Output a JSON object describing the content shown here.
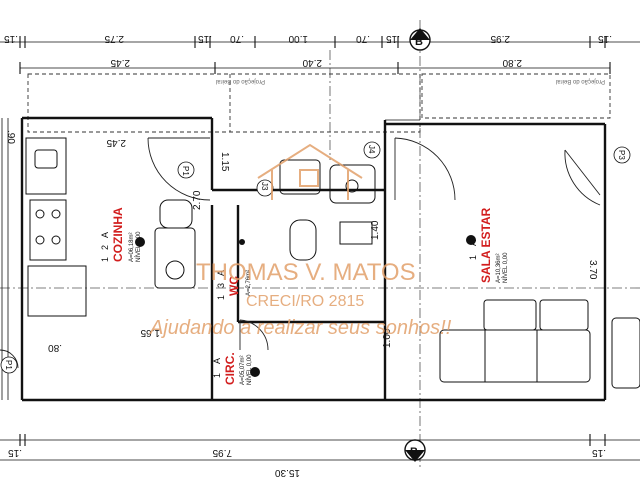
{
  "top_dims_row1": [
    ".15",
    "2.75",
    ".15",
    ".70",
    "1.00",
    ".70",
    ".15",
    "2.95",
    ".15"
  ],
  "top_dims_row2": [
    "2.45",
    "2.40",
    "2.80"
  ],
  "bottom_dims_row1": [
    ".15",
    "7.95",
    ".15"
  ],
  "bottom_total": "15.30",
  "section_marker_letter": "B",
  "beam_projection_label": "Projeção do Beiral",
  "rooms": {
    "kitchen": {
      "name": "COZINHA",
      "area": "A=06,18m²",
      "level": "NÍVEL 0,00",
      "codes": [
        "1",
        "2",
        "A"
      ],
      "width_dim": "2.45"
    },
    "living": {
      "name": "SALA ESTAR",
      "area": "A=10,36m²",
      "level": "NÍVEL 0,00",
      "codes": [
        "1",
        "A"
      ]
    },
    "wc": {
      "name": "WC",
      "area": "A=2,76m²",
      "codes": [
        "1",
        "3",
        "A"
      ]
    },
    "circ": {
      "name": "CIRC.",
      "area": "A=05,07m²",
      "level": "NÍVEL 0,00",
      "codes": [
        "1",
        "A"
      ]
    }
  },
  "side_dims": {
    "left": ".90",
    "kitchen_depth": "2.70",
    "wc_height": "1.15",
    "wc_depth": "1.40",
    "counter": "1.65",
    "circ_width": ".80",
    "living_depth": "3.70",
    "circ_depth": "1.00"
  },
  "doors": [
    "P1",
    "P1",
    "P3",
    "J3",
    "J4"
  ],
  "watermark": {
    "name": "THOMAS V. MATOS",
    "creci": "CRECI/RO 2815",
    "tagline": "Ajudando a realizar seus sonhos!!"
  },
  "colors": {
    "line": "#111111",
    "room_label": "#d21e1e",
    "watermark": "#e2a06b"
  }
}
